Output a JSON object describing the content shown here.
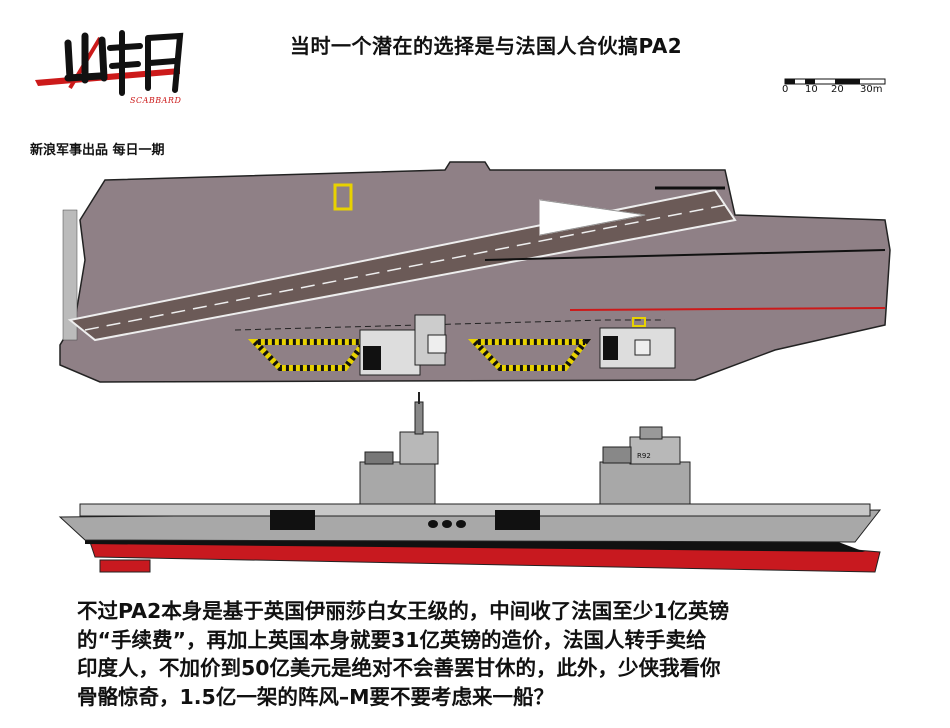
{
  "logo": {
    "glyphs": "出鞘",
    "subtitle": "SCABBARD",
    "accent_color": "#cc1a1a"
  },
  "tagline": "新浪军事出品 每日一期",
  "headline": "当时一个潜在的选择是与法国人合伙搞PA2",
  "scale_bar": {
    "labels": [
      "0",
      "10",
      "20",
      "30m"
    ]
  },
  "ship": {
    "hull_number": "R92",
    "deck_color": "#8f8086",
    "runway_color": "#6b5a57",
    "hull_red": "#c8191f"
  },
  "body_lines": [
    "不过PA2本身是基于英国伊丽莎白女王级的，中间收了法国至少1亿英镑",
    "的“手续费”，再加上英国本身就要31亿英镑的造价，法国人转手卖给",
    "印度人，不加价到50亿美元是绝对不会善罢甘休的，此外，少侠我看你",
    "骨骼惊奇，1.5亿一架的阵风–M要不要考虑来一船？"
  ]
}
